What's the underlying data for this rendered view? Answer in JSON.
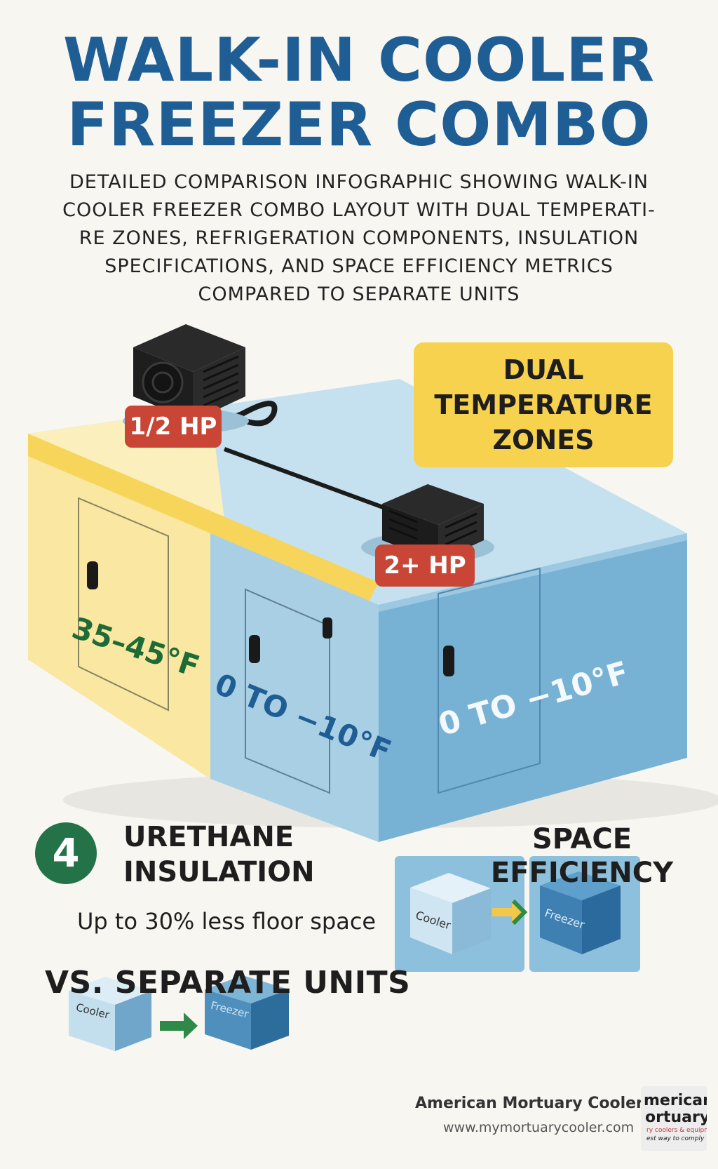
{
  "title": {
    "line1": "WALK-IN COOLER",
    "line2": "FREEZER COMBO"
  },
  "subtitle": {
    "lines": [
      "DETAILED COMPARISON INFOGRAPHIC SHOWING WALK-IN",
      "COOLER FREEZER COMBO LAYOUT WITH DUAL TEMPERATI-",
      "RE ZONES, REFRIGERATION COMPONENTS, INSULATION",
      "SPECIFICATIONS, AND SPACE EFFICIENCY METRICS",
      "COMPARED TO SEPARATE UNITS"
    ]
  },
  "units": {
    "small_hp": "1/2 HP",
    "large_hp": "2+ HP"
  },
  "dual_zones": {
    "line1": "DUAL",
    "line2": "TEMPERATURE",
    "line3": "ZONES"
  },
  "zones": {
    "cooler_temp": "35–45°F",
    "freezer_temp_1": "0 TO −10°F",
    "freezer_temp_2": "0 TO −10°F"
  },
  "insulation": {
    "number": "4",
    "line1": "URETHANE",
    "line2": "INSULATION",
    "floor_note": "Up to 30% less floor space"
  },
  "comparison": {
    "vs_label": "VS. SEPARATE UNITS",
    "cooler_label": "Cooler",
    "freezer_label": "Freezer"
  },
  "space_efficiency": {
    "line1": "SPACE",
    "line2": "EFFICIENCY",
    "cooler_label": "Cooler",
    "freezer_label": "Freezer"
  },
  "footer": {
    "company": "American Mortuary Coolers",
    "url": "www.mymortuarycooler.com",
    "logo_line1": "merican",
    "logo_line2": "ortuary",
    "logo_line3": "ry coolers & equipment",
    "logo_line4": "est way to comply"
  },
  "colors": {
    "title_blue": "#1f5e94",
    "cooler_yellow": "#f9e7a2",
    "freezer_blue": "#a9cfe4",
    "hp_red": "#c94536",
    "zone_yellow": "#f7d24e",
    "insulation_green": "#247247"
  }
}
